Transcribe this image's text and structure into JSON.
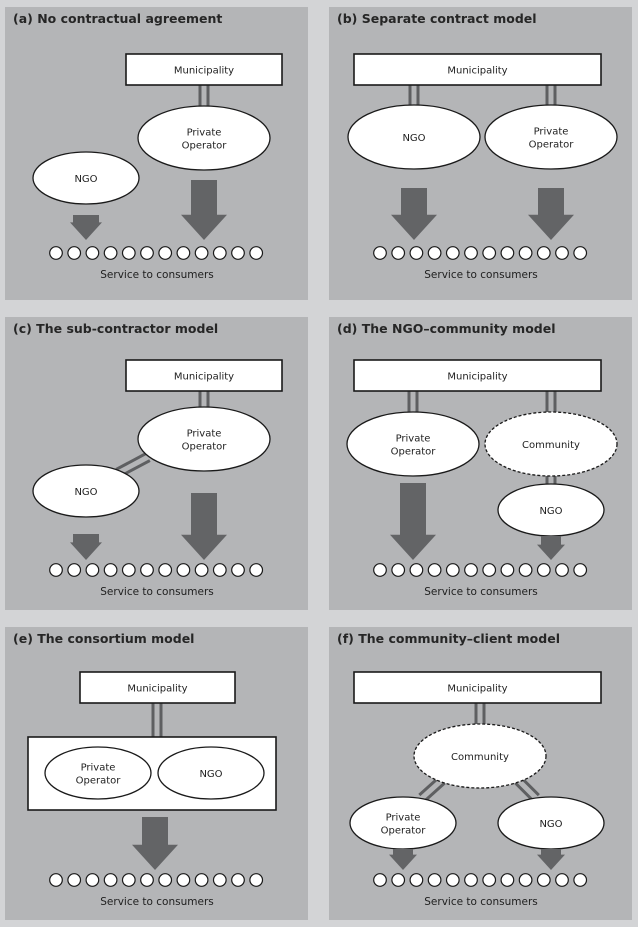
{
  "colors": {
    "background": "#d3d4d6",
    "panel": "#b4b5b7",
    "arrow": "#636466",
    "node_fill": "#ffffff",
    "stroke": "#1a1a1a",
    "connector": "#5e5f61"
  },
  "consumer_count": 12,
  "panels": [
    {
      "id": "a",
      "title": "(a) No contractual agreement",
      "nodes": [
        {
          "id": "muni",
          "type": "rect",
          "label": [
            "Municipality"
          ]
        },
        {
          "id": "po",
          "type": "ellipse",
          "label": [
            "Private",
            "Operator"
          ]
        },
        {
          "id": "ngo",
          "type": "ellipse",
          "label": [
            "NGO"
          ]
        }
      ],
      "links": [
        {
          "from": "muni",
          "to": "po",
          "type": "contract"
        }
      ],
      "service_arrows": [
        {
          "from": "ngo",
          "size": "small"
        },
        {
          "from": "po",
          "size": "large"
        }
      ],
      "consumers_label": "Service to consumers"
    },
    {
      "id": "b",
      "title": "(b) Separate contract model",
      "nodes": [
        {
          "id": "muni",
          "type": "rect",
          "label": [
            "Municipality"
          ]
        },
        {
          "id": "ngo",
          "type": "ellipse",
          "label": [
            "NGO"
          ]
        },
        {
          "id": "po",
          "type": "ellipse",
          "label": [
            "Private",
            "Operator"
          ]
        }
      ],
      "links": [
        {
          "from": "muni",
          "to": "ngo",
          "type": "contract"
        },
        {
          "from": "muni",
          "to": "po",
          "type": "contract"
        }
      ],
      "service_arrows": [
        {
          "from": "ngo",
          "size": "large"
        },
        {
          "from": "po",
          "size": "large"
        }
      ],
      "consumers_label": "Service to consumers"
    },
    {
      "id": "c",
      "title": "(c) The sub-contractor model",
      "nodes": [
        {
          "id": "muni",
          "type": "rect",
          "label": [
            "Municipality"
          ]
        },
        {
          "id": "po",
          "type": "ellipse",
          "label": [
            "Private",
            "Operator"
          ]
        },
        {
          "id": "ngo",
          "type": "ellipse",
          "label": [
            "NGO"
          ]
        }
      ],
      "links": [
        {
          "from": "muni",
          "to": "po",
          "type": "contract"
        },
        {
          "from": "po",
          "to": "ngo",
          "type": "contract"
        }
      ],
      "service_arrows": [
        {
          "from": "ngo",
          "size": "small"
        },
        {
          "from": "po",
          "size": "large"
        }
      ],
      "consumers_label": "Service to consumers"
    },
    {
      "id": "d",
      "title": "(d) The NGO–community model",
      "nodes": [
        {
          "id": "muni",
          "type": "rect",
          "label": [
            "Municipality"
          ]
        },
        {
          "id": "po",
          "type": "ellipse",
          "label": [
            "Private",
            "Operator"
          ]
        },
        {
          "id": "com",
          "type": "ellipse-dashed",
          "label": [
            "Community"
          ]
        },
        {
          "id": "ngo",
          "type": "ellipse",
          "label": [
            "NGO"
          ]
        }
      ],
      "links": [
        {
          "from": "muni",
          "to": "po",
          "type": "contract"
        },
        {
          "from": "muni",
          "to": "com",
          "type": "contract"
        },
        {
          "from": "com",
          "to": "ngo",
          "type": "contract"
        }
      ],
      "service_arrows": [
        {
          "from": "po",
          "size": "large"
        },
        {
          "from": "ngo",
          "size": "small"
        }
      ],
      "consumers_label": "Service to consumers"
    },
    {
      "id": "e",
      "title": "(e) The consortium model",
      "nodes": [
        {
          "id": "muni",
          "type": "rect",
          "label": [
            "Municipality"
          ]
        },
        {
          "id": "consortium",
          "type": "rect",
          "label": []
        },
        {
          "id": "po",
          "type": "ellipse",
          "label": [
            "Private",
            "Operator"
          ]
        },
        {
          "id": "ngo",
          "type": "ellipse",
          "label": [
            "NGO"
          ]
        }
      ],
      "links": [
        {
          "from": "muni",
          "to": "consortium",
          "type": "contract"
        }
      ],
      "service_arrows": [
        {
          "from": "consortium",
          "size": "large"
        }
      ],
      "consumers_label": "Service to consumers"
    },
    {
      "id": "f",
      "title": "(f) The community–client model",
      "nodes": [
        {
          "id": "muni",
          "type": "rect",
          "label": [
            "Municipality"
          ]
        },
        {
          "id": "com",
          "type": "ellipse-dashed",
          "label": [
            "Community"
          ]
        },
        {
          "id": "po",
          "type": "ellipse",
          "label": [
            "Private",
            "Operator"
          ]
        },
        {
          "id": "ngo",
          "type": "ellipse",
          "label": [
            "NGO"
          ]
        }
      ],
      "links": [
        {
          "from": "muni",
          "to": "com",
          "type": "contract"
        },
        {
          "from": "com",
          "to": "po",
          "type": "contract"
        },
        {
          "from": "com",
          "to": "ngo",
          "type": "contract"
        }
      ],
      "service_arrows": [
        {
          "from": "po",
          "size": "small"
        },
        {
          "from": "ngo",
          "size": "small"
        }
      ],
      "consumers_label": "Service to consumers"
    }
  ]
}
